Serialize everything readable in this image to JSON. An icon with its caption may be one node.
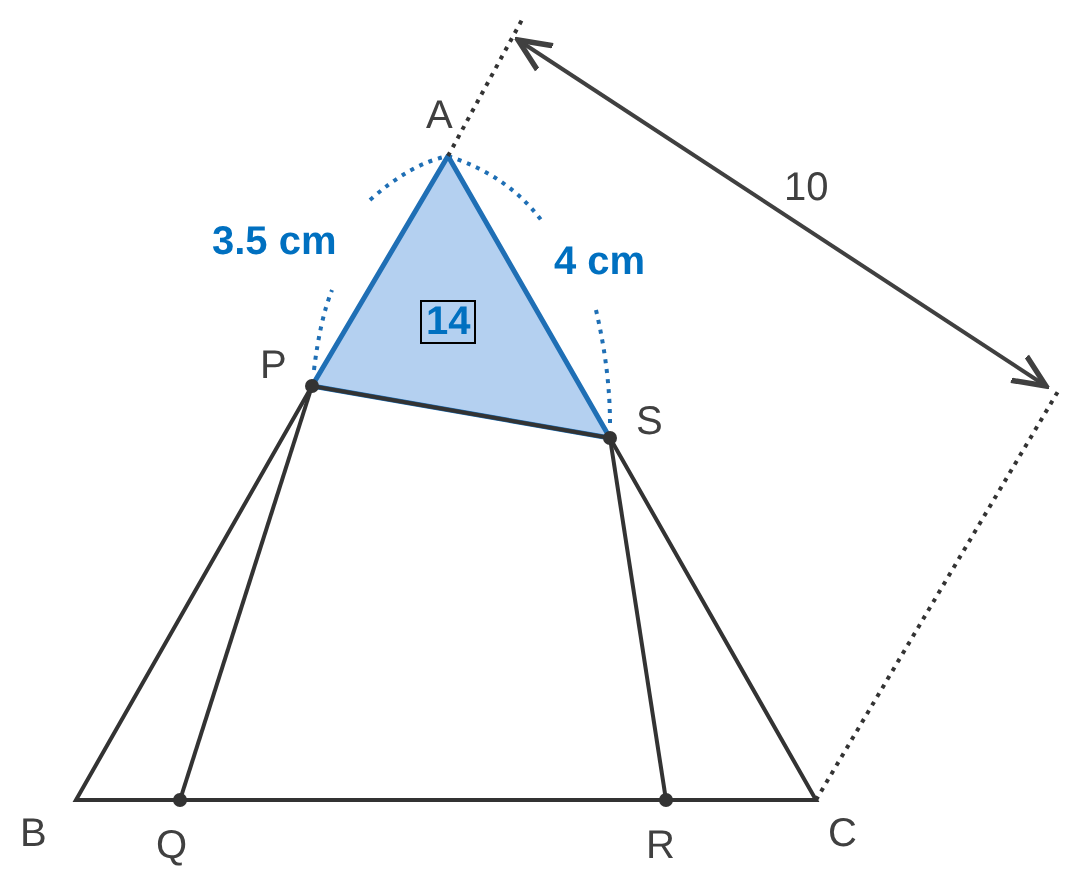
{
  "diagram": {
    "labels": [
      "A",
      "10",
      "3.5 cm",
      "4 cm",
      "14",
      "P",
      "S",
      "B",
      "Q",
      "R",
      "C"
    ]
  }
}
